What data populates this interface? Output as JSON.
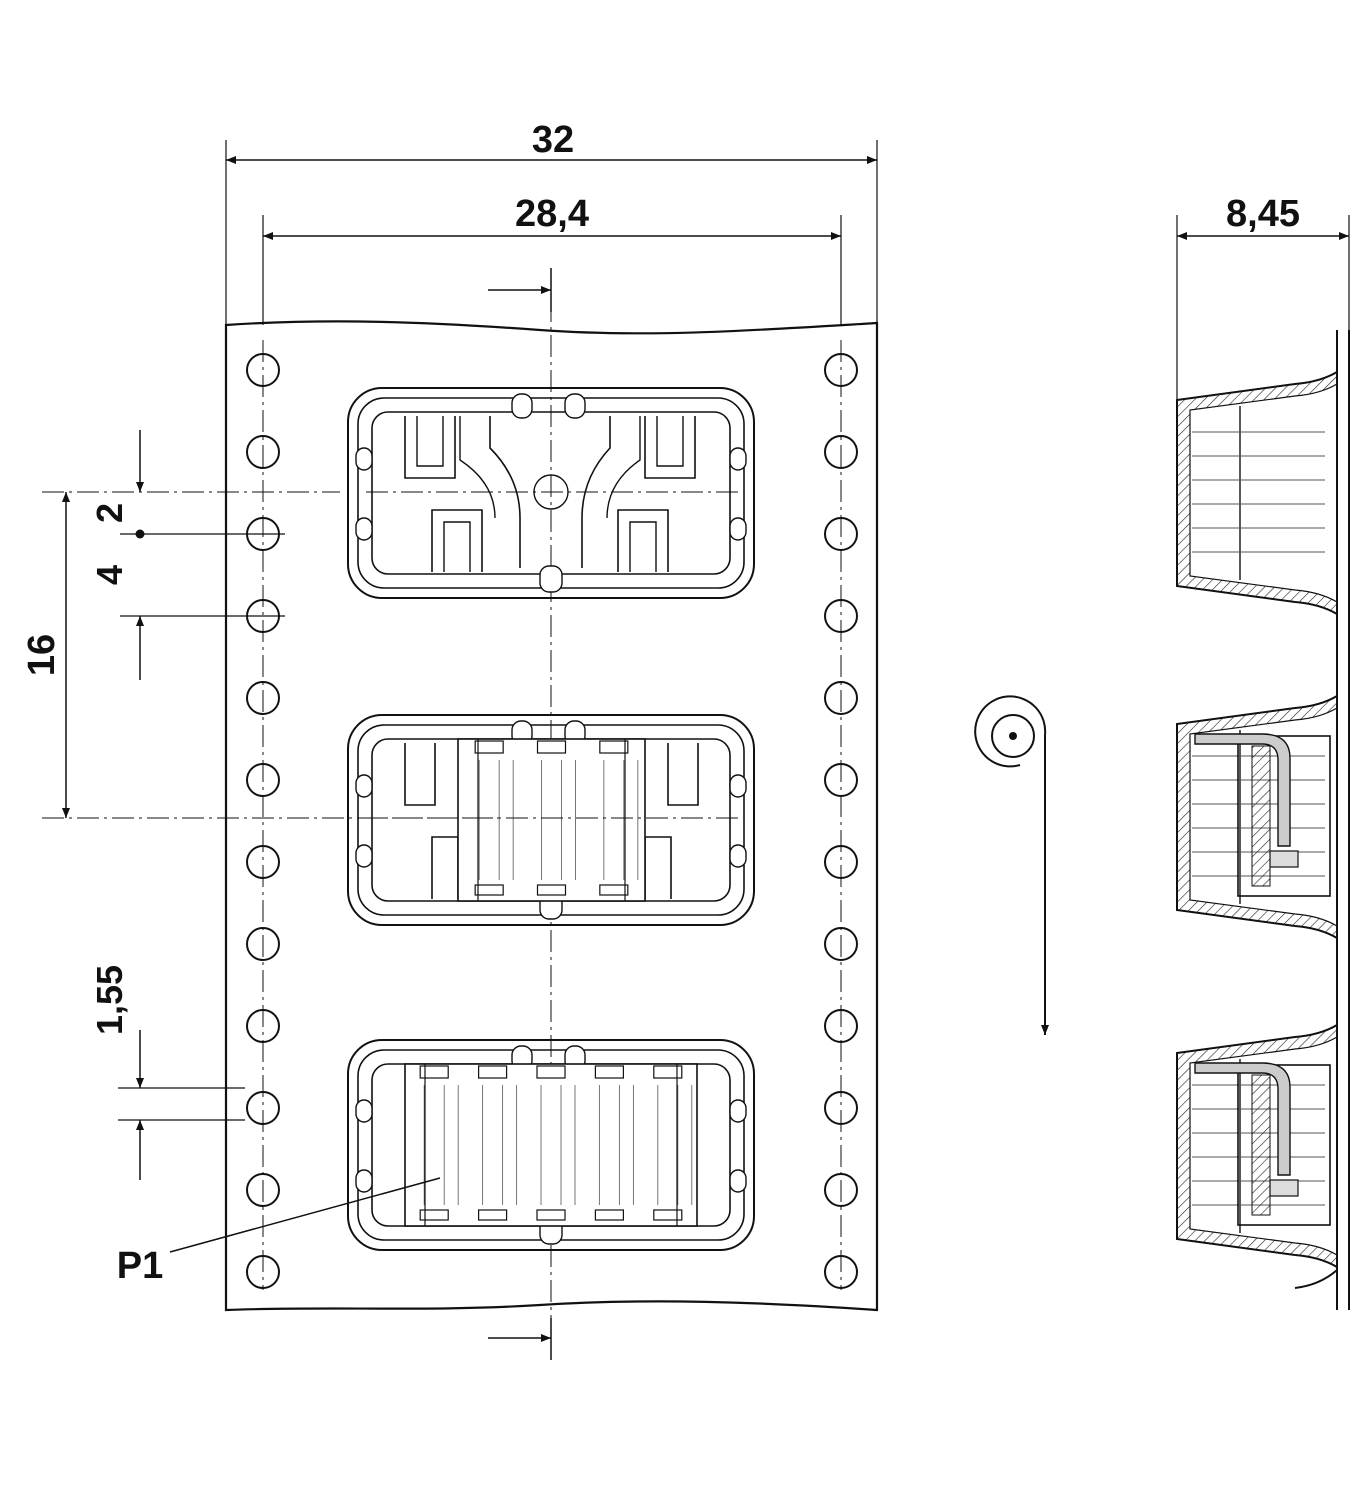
{
  "dimensions": {
    "overall_width": "32",
    "hole_pitch_span": "28,4",
    "pocket_pitch": "16",
    "pocket_offset": "2",
    "hole_pitch": "4",
    "hole_diameter": "1,55",
    "tape_depth": "8,45"
  },
  "labels": {
    "pocket_label": "P1"
  },
  "icons": {
    "feed_direction": "feed-direction-reel-icon"
  }
}
